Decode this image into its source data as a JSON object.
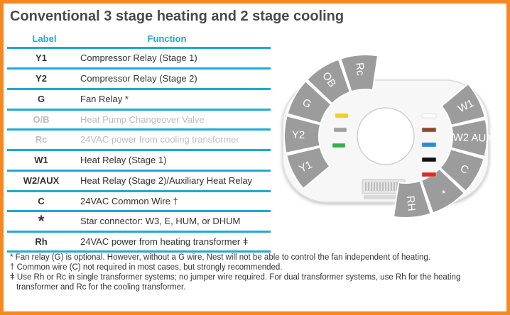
{
  "title": "Conventional 3 stage heating and 2 stage cooling",
  "table": {
    "header_label": "Label",
    "header_function": "Function",
    "rows": [
      {
        "label": "Y1",
        "function": "Compressor Relay (Stage 1)",
        "dim": false
      },
      {
        "label": "Y2",
        "function": "Compressor Relay (Stage 2)",
        "dim": false
      },
      {
        "label": "G",
        "function": "Fan Relay *",
        "dim": false
      },
      {
        "label": "O/B",
        "function": "Heat Pump Changeover Valve",
        "dim": true
      },
      {
        "label": "Rc",
        "function": "24VAC power from cooling transformer",
        "dim": true
      },
      {
        "label": "W1",
        "function": "Heat Relay (Stage 1)",
        "dim": false
      },
      {
        "label": "W2/AUX",
        "function": "Heat Relay (Stage 2)/Auxiliary Heat Relay",
        "dim": false
      },
      {
        "label": "C",
        "function": "24VAC Common Wire †",
        "dim": false
      },
      {
        "label": "*",
        "function": "Star connector: W3, E, HUM, or DHUM",
        "dim": false
      },
      {
        "label": "Rh",
        "function": "24VAC power from heating transformer ǂ",
        "dim": false
      }
    ]
  },
  "notes": [
    "* Fan relay (G) is optional. However, without a G wire, Nest will not be able to control the fan independent of heating.",
    "† Common wire (C) not required in most cases, but strongly recommended.",
    "ǂ Use Rh or Rc in single transformer systems; no jumper wire required. For dual transformer systems, use Rh for the heating",
    "transformer and Rc for the cooling transformer."
  ],
  "base": {
    "left_terminals": [
      "Y1",
      "Y2",
      "G",
      "OB",
      "Rc"
    ],
    "right_terminals": [
      "W1",
      "W2 AUX",
      "C",
      "*",
      "RH"
    ],
    "left_wires": [
      {
        "terminal": "Y1",
        "color": "#f2d21b"
      },
      {
        "terminal": "Y2",
        "color": "#a0a0a0"
      },
      {
        "terminal": "G",
        "color": "#2cb34a"
      }
    ],
    "right_wires": [
      {
        "terminal": "W1",
        "color": "#ffffff"
      },
      {
        "terminal": "W2 AUX",
        "color": "#8b4a2b"
      },
      {
        "terminal": "C",
        "color": "#1f8fd6"
      },
      {
        "terminal": "*",
        "color": "#111111"
      },
      {
        "terminal": "RH",
        "color": "#e02b1e"
      }
    ]
  },
  "colors": {
    "accent": "#1eaad2",
    "border": "#f5891f",
    "dim_text": "#bdbdbd"
  }
}
